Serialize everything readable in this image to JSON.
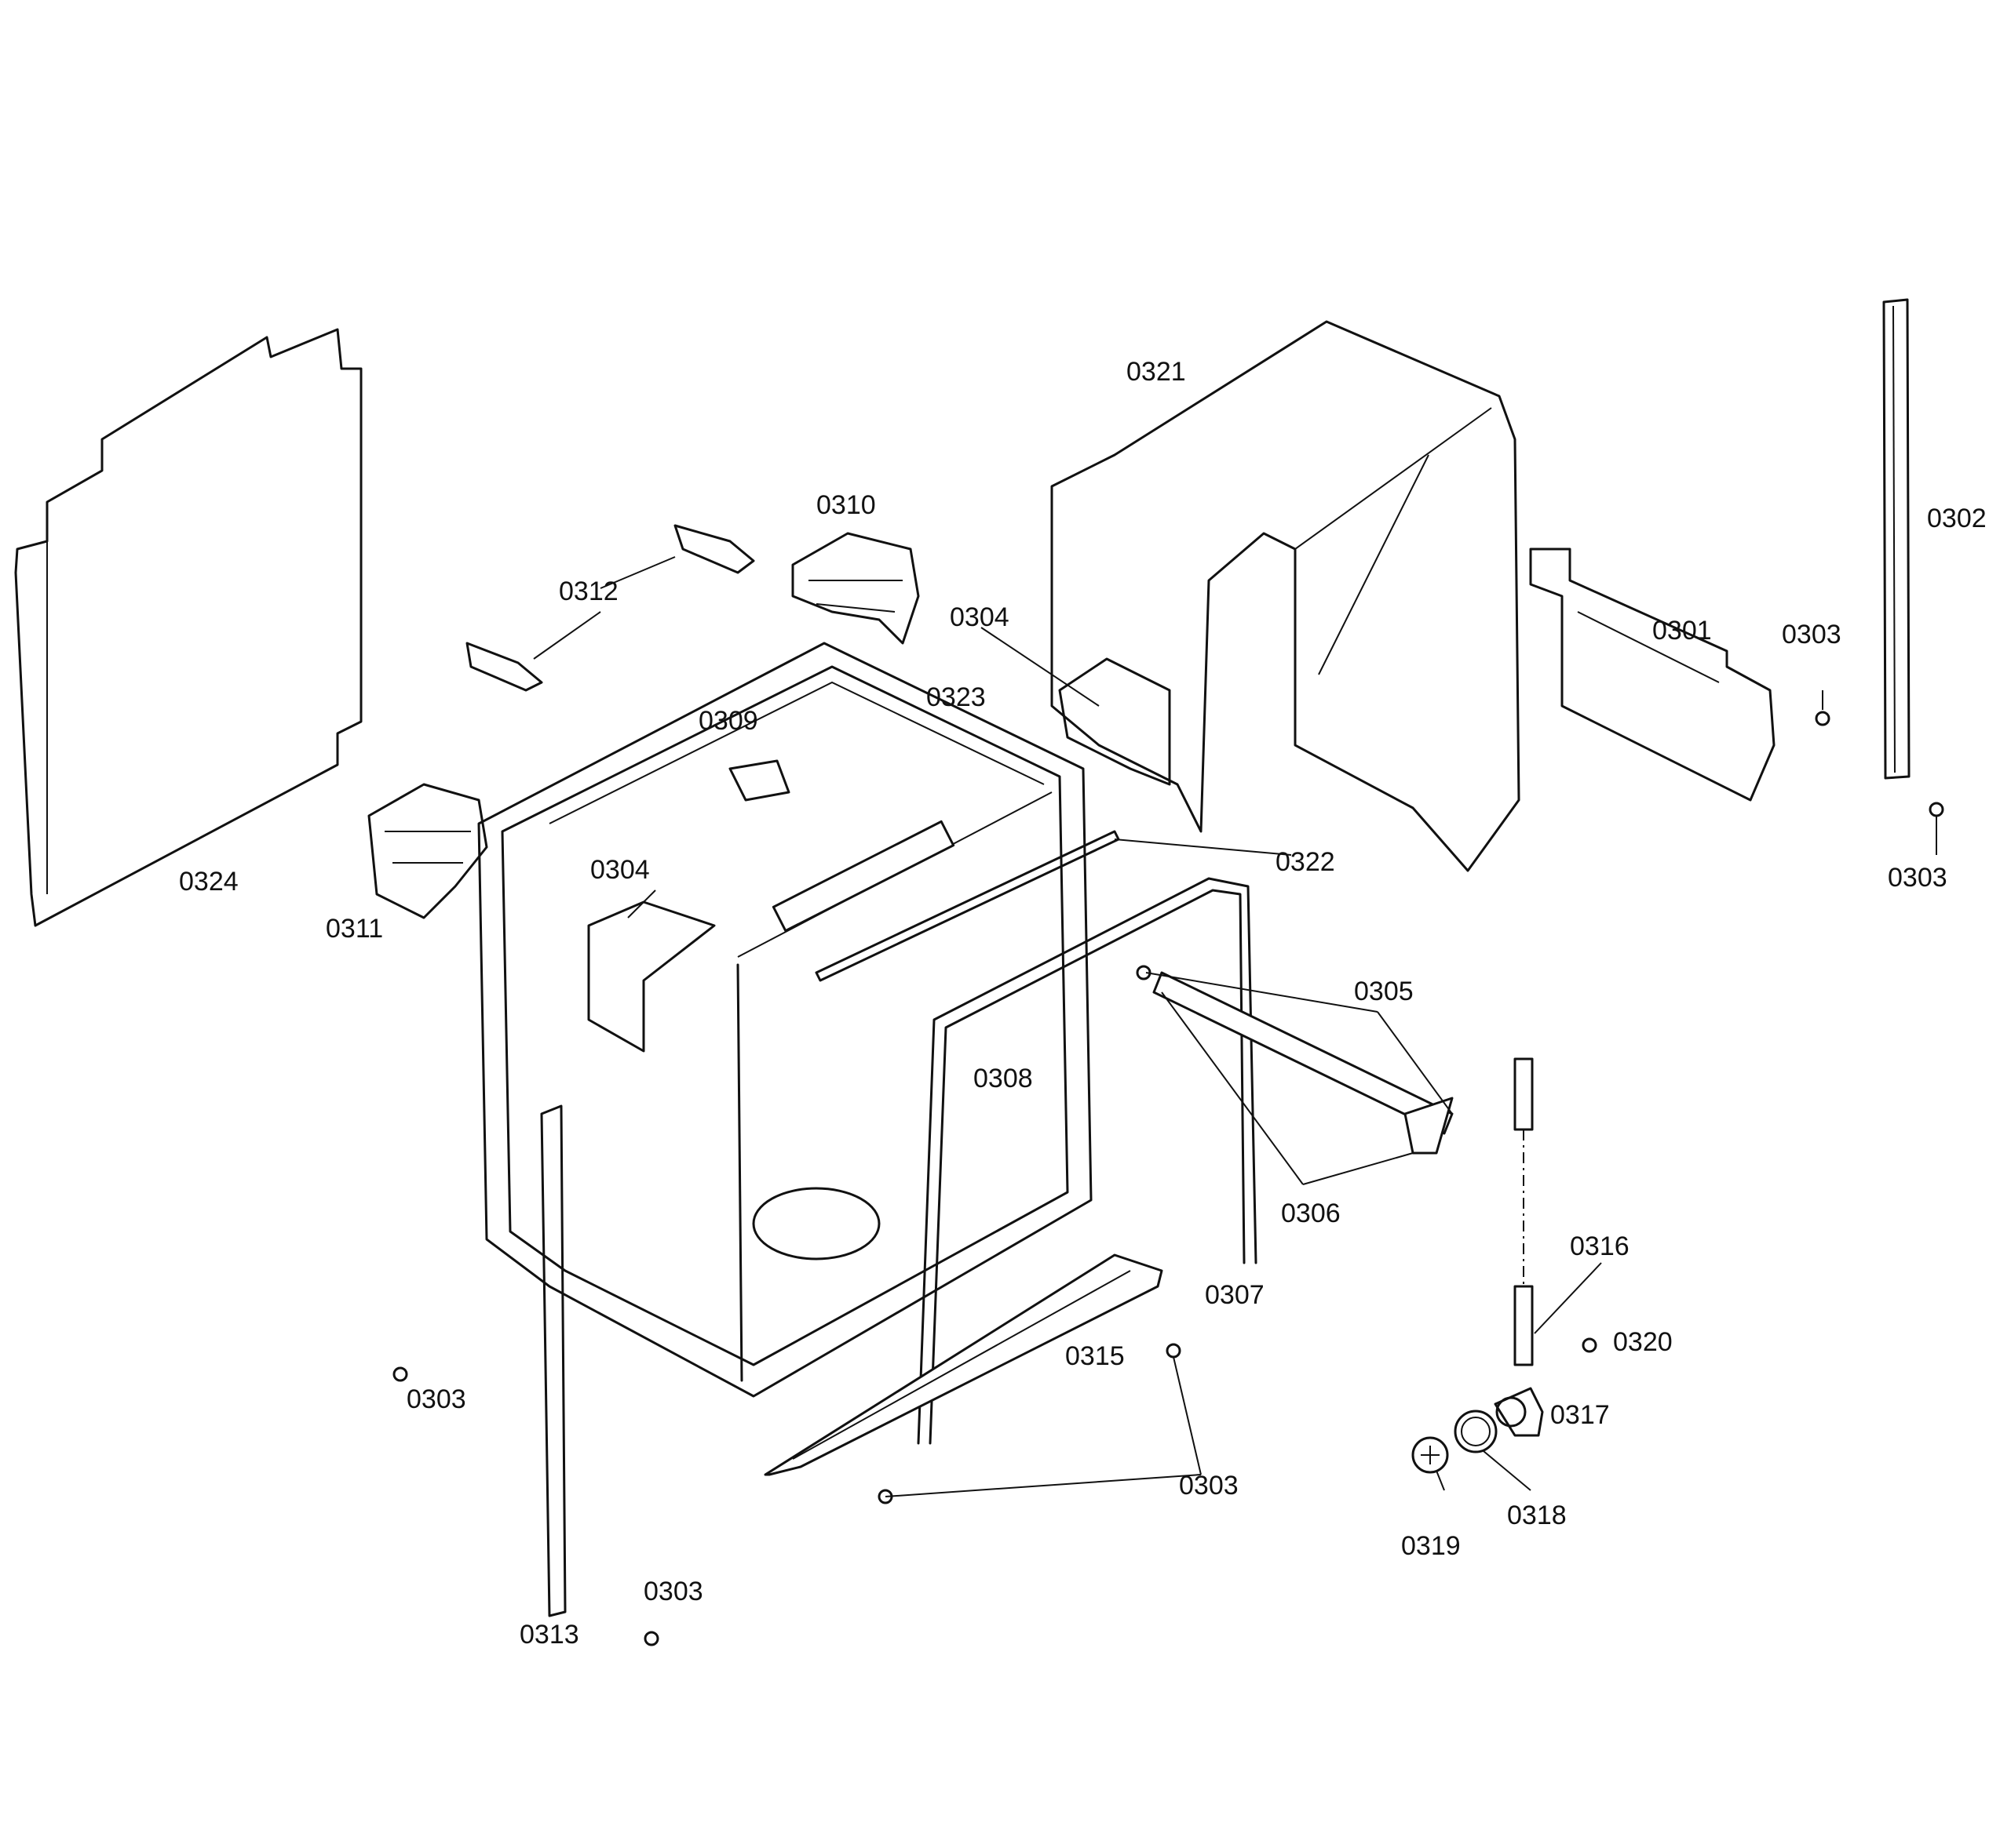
{
  "labels": {
    "l0324": "0324",
    "l0312": "0312",
    "l0310": "0310",
    "l0311": "0311",
    "l0309": "0309",
    "l0323": "0323",
    "l0304_top": "0304",
    "l0304_mid": "0304",
    "l0321": "0321",
    "l0301": "0301",
    "l0302": "0302",
    "l0303_a": "0303",
    "l0303_b": "0303",
    "l0303_c": "0303",
    "l0303_d": "0303",
    "l0303_e": "0303",
    "l0322": "0322",
    "l0305": "0305",
    "l0306": "0306",
    "l0307": "0307",
    "l0308": "0308",
    "l0313": "0313",
    "l0315": "0315",
    "l0316": "0316",
    "l0317": "0317",
    "l0318": "0318",
    "l0319": "0319",
    "l0320": "0320"
  }
}
